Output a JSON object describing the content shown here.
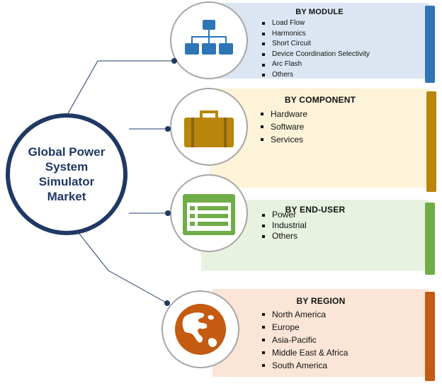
{
  "hub": {
    "title": "Global Power System Simulator Market"
  },
  "segments": [
    {
      "title": "BY MODULE",
      "icon": "hierarchy-icon",
      "accent": "#2e75b6",
      "fill": "#dce6f2",
      "items": [
        "Load Flow",
        "Harmonics",
        "Short Circuit",
        "Device Coordination Selectivity",
        "Arc Flash",
        "Others"
      ]
    },
    {
      "title": "BY COMPONENT",
      "icon": "briefcase-icon",
      "accent": "#b8860b",
      "fill": "#fdf3d8",
      "items": [
        "Hardware",
        "Software",
        "Services"
      ]
    },
    {
      "title": "BY END-USER",
      "icon": "list-window-icon",
      "accent": "#70ad47",
      "fill": "#e8f2e0",
      "items": [
        "Power",
        "Industrial",
        "Others"
      ]
    },
    {
      "title": "BY REGION",
      "icon": "globe-icon",
      "accent": "#c55a11",
      "fill": "#fbe5d6",
      "items": [
        "North America",
        "Europe",
        "Asia-Pacific",
        "Middle East & Africa",
        "South America"
      ]
    }
  ]
}
